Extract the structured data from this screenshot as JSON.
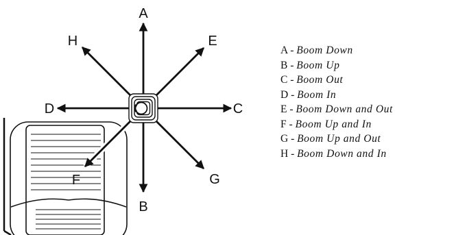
{
  "directions": {
    "A": "A",
    "B": "B",
    "C": "C",
    "D": "D",
    "E": "E",
    "F": "F",
    "G": "G",
    "H": "H"
  },
  "legend": [
    {
      "key": "A - ",
      "desc": "Boom Down"
    },
    {
      "key": "B - ",
      "desc": "Boom Up"
    },
    {
      "key": "C - ",
      "desc": "Boom Out"
    },
    {
      "key": "D - ",
      "desc": "Boom In"
    },
    {
      "key": "E - ",
      "desc": "Boom Down and Out"
    },
    {
      "key": "F - ",
      "desc": "Boom Up and In"
    },
    {
      "key": "G - ",
      "desc": "Boom Up and Out"
    },
    {
      "key": "H - ",
      "desc": "Boom Down and In"
    }
  ],
  "colors": {
    "ink": "#111111",
    "background": "#ffffff"
  },
  "icons": {
    "control": "joystick-control-icon",
    "seat": "operator-seat-icon"
  }
}
